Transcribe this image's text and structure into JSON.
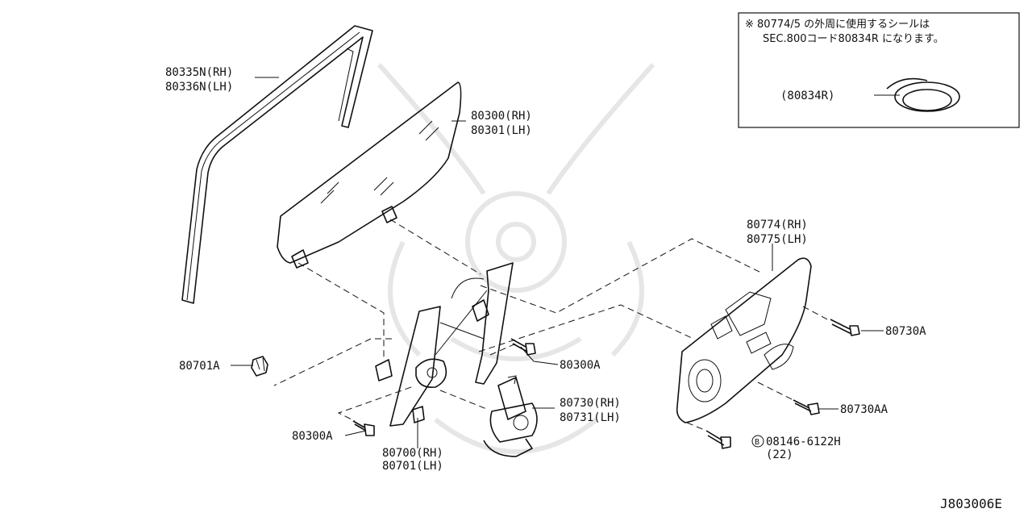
{
  "diagram_code": "J803006E",
  "note": {
    "line1": "※ 80774/5 の外周に使用するシールは",
    "line2": "SEC.800コード80834R になります。",
    "seal_label": "(80834R)"
  },
  "callouts": {
    "sash_rh": "80335N(RH)",
    "sash_lh": "80336N(LH)",
    "glass_rh": "80300(RH)",
    "glass_lh": "80301(LH)",
    "panel_rh": "80774(RH)",
    "panel_lh": "80775(LH)",
    "bolt_80730A": "80730A",
    "bolt_80730AA": "80730AA",
    "bolt_special": "08146-6122H",
    "bolt_special_qty": "(22)",
    "bolt_special_marker": "B",
    "motor_rh": "80730(RH)",
    "motor_lh": "80731(LH)",
    "regulator_rh": "80700(RH)",
    "regulator_lh": "80701(LH)",
    "bolt_80300A_mid": "80300A",
    "bolt_80300A_low": "80300A",
    "bolt_80701A": "80701A"
  }
}
